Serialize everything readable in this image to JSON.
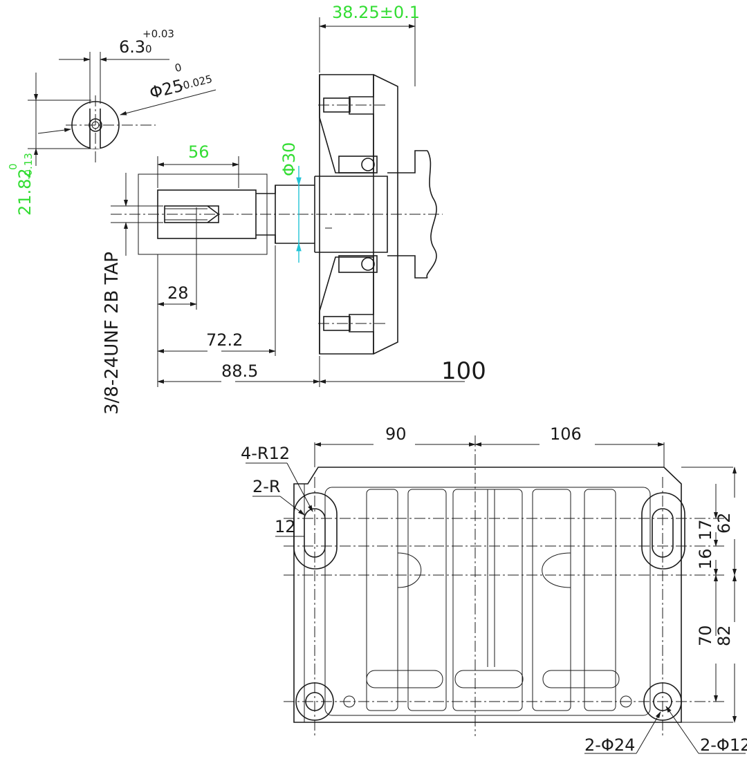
{
  "colors": {
    "line": "#1a1a1a",
    "toleranced_dim": "#33dd33",
    "centerline_shaft": "#22c3d6",
    "background": "#ffffff"
  },
  "keyway_section": {
    "key_width": "6.3",
    "key_width_tol_upper": "+0.03",
    "key_width_tol_lower": "0",
    "shaft_dia": "Φ25",
    "shaft_dia_tol_upper": "0",
    "shaft_dia_tol_lower": "-0.025",
    "key_depth": "21.82",
    "key_depth_tol_upper": "0",
    "key_depth_tol_lower": "-0.13"
  },
  "shaft_view": {
    "keyway_length": "56",
    "bore_dia": "Φ30",
    "thread_depth": "28",
    "length_1": "72.2",
    "length_2": "88.5",
    "flange_width": "38.25±0.1",
    "base_offset": "100",
    "tap_spec": "3/8-24UNF 2B TAP"
  },
  "base_plate": {
    "dim_left": "90",
    "dim_right": "106",
    "radius_corners": "4-R12",
    "radius_slots": "2-R",
    "slot_width": "12",
    "dim_17": "17",
    "dim_16": "16",
    "dim_62": "62",
    "dim_70": "70",
    "dim_82": "82",
    "hole_large": "2-Φ24",
    "hole_small": "2-Φ12"
  }
}
